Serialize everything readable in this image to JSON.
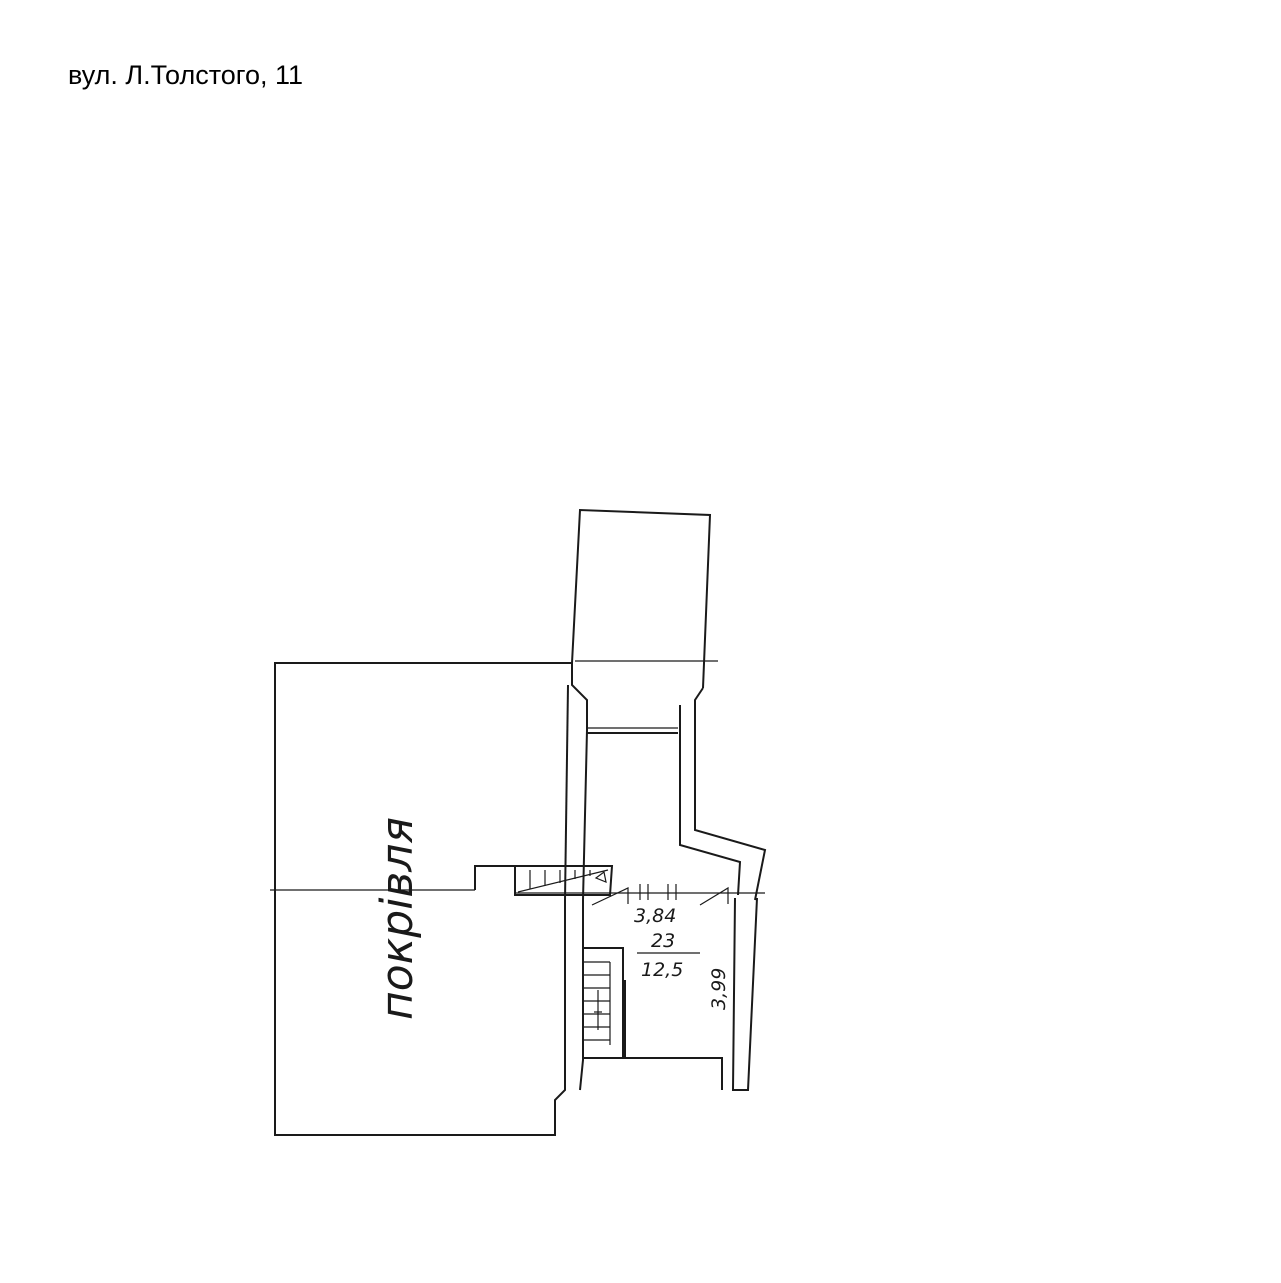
{
  "header": {
    "address": "вул. Л.Толстого, 11"
  },
  "plan": {
    "roof_label": "покрівля",
    "room": {
      "width": "3,84",
      "number": "23",
      "area": "12,5",
      "length": "3,99"
    }
  }
}
